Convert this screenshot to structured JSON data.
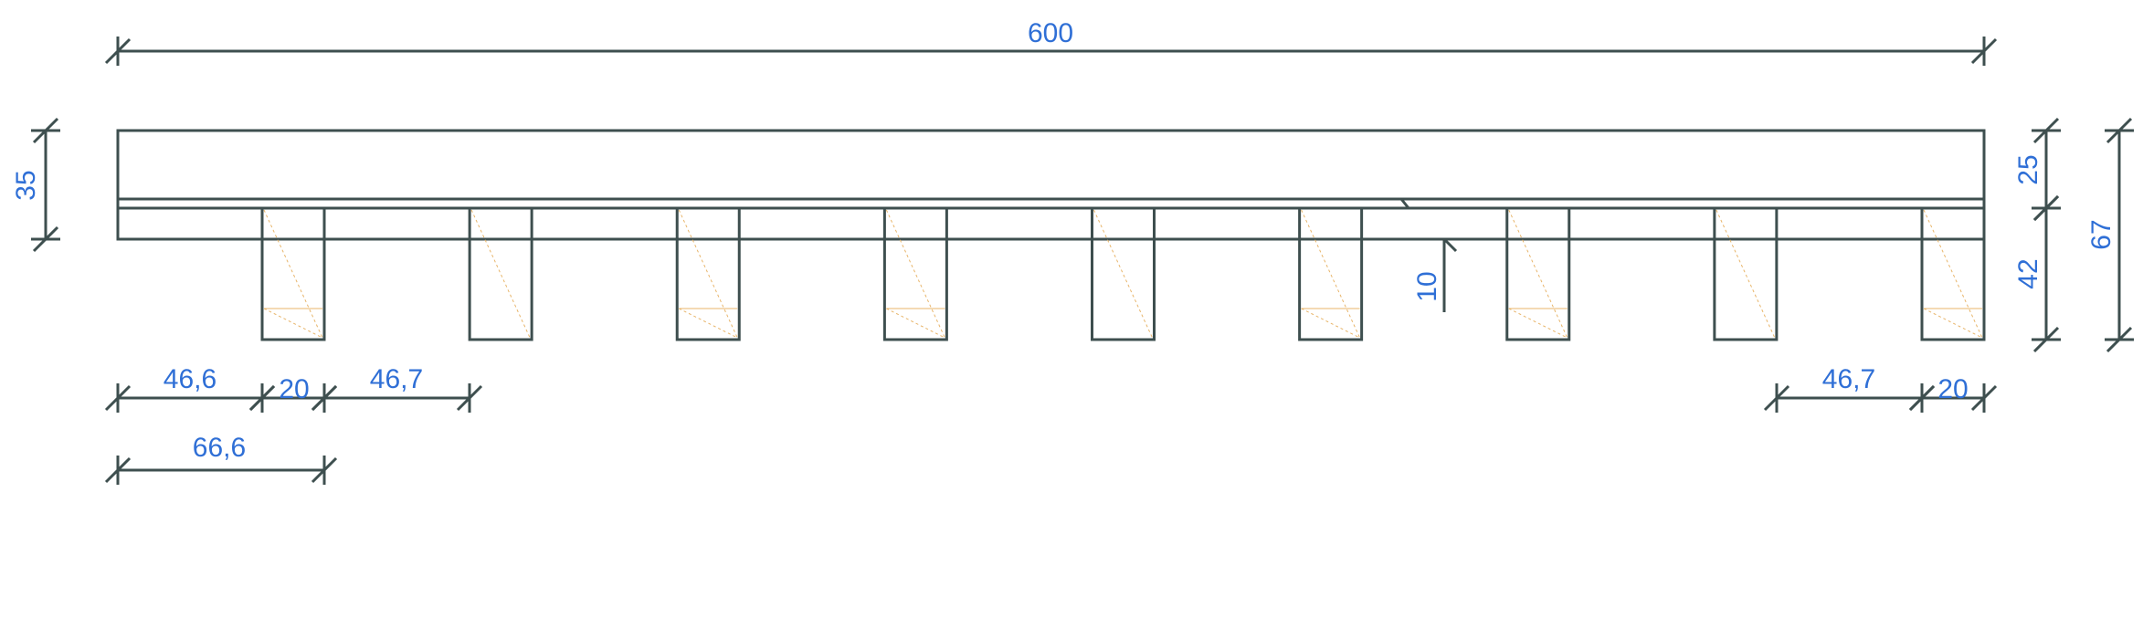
{
  "colors": {
    "slab": "#e3e7e8",
    "band": "#8fa0a0",
    "joist": "#c77c04",
    "line": "#3e4f4f",
    "text": "#2f6fd6"
  },
  "dimensions": {
    "total_width": "600",
    "slab_thickness": "35",
    "top_layer": "25",
    "joist_below": "42",
    "total_height": "67",
    "recess": "10",
    "gap_left": "46,6",
    "joist_width_left": "20",
    "gap_second": "46,7",
    "axis_first": "66,6",
    "gap_right": "46,7",
    "joist_width_right": "20"
  },
  "joist_count": 9
}
